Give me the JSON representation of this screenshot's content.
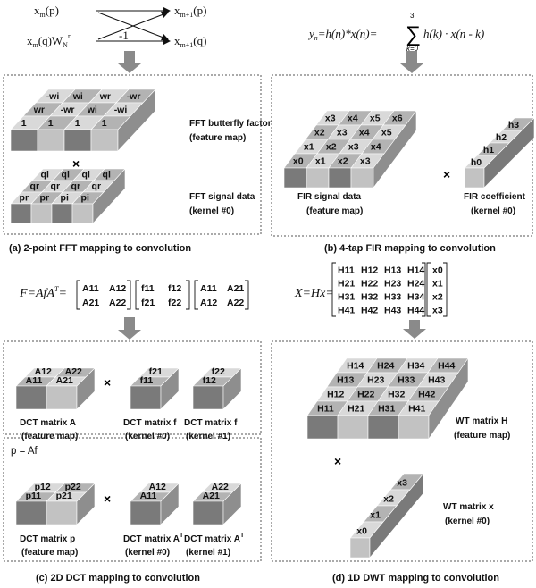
{
  "panels": {
    "a": {
      "eq": {
        "xp": "x",
        "xp_sub": "m",
        "xp_arg": "(p)",
        "xq": "x",
        "xq_sub": "m",
        "xq_arg": "(q)W",
        "xq_w_sub": "N",
        "xq_w_sup": "r",
        "yp": "x",
        "yp_sub": "m+1",
        "yp_arg": "(p)",
        "yq": "x",
        "yq_sub": "m+1",
        "yq_arg": "(q)",
        "neg": "-1"
      },
      "fmap_rows": [
        [
          "-wi",
          "wi",
          "wr",
          "-wr"
        ],
        [
          "wr",
          "-wr",
          "wi",
          "-wi"
        ],
        [
          "1",
          "1",
          "1",
          "1"
        ]
      ],
      "fmap_label": [
        "FFT butterfly factor",
        "(feature map)"
      ],
      "times": "×",
      "kern_rows": [
        [
          "qi",
          "qi",
          "qi",
          "qi"
        ],
        [
          "qr",
          "qr",
          "qr",
          "qr"
        ],
        [
          "pr",
          "pr",
          "pi",
          "pi"
        ]
      ],
      "kern_label": [
        "FFT signal data",
        "(kernel #0)"
      ],
      "caption": "(a) 2-point FFT mapping to convolution"
    },
    "b": {
      "eq_lhs": "y",
      "eq_lhs_sub": "n",
      "eq_mid": "=h(n)*x(n)=",
      "sum_top": "3",
      "sum_bot": "k=0",
      "eq_rhs": "h(k) · x(n - k)",
      "grid_rows": [
        [
          "x3",
          "x4",
          "x5",
          "x6"
        ],
        [
          "x2",
          "x3",
          "x4",
          "x5"
        ],
        [
          "x1",
          "x2",
          "x3",
          "x4"
        ],
        [
          "x0",
          "x1",
          "x2",
          "x3"
        ]
      ],
      "grid_label": [
        "FIR signal data",
        "(feature map)"
      ],
      "times": "×",
      "coef": [
        "h0",
        "h1",
        "h2",
        "h3"
      ],
      "coef_label": [
        "FIR coefficient",
        "(kernel #0)"
      ],
      "caption": "(b) 4-tap FIR mapping to convolution"
    },
    "c": {
      "eq": {
        "lhs": "F=AfA",
        "sup": "T",
        "eqsign": "=",
        "m1": [
          [
            "A11",
            "A12"
          ],
          [
            "A21",
            "A22"
          ]
        ],
        "m2": [
          [
            "f11",
            "f12"
          ],
          [
            "f21",
            "f22"
          ]
        ],
        "m3": [
          [
            "A11",
            "A21"
          ],
          [
            "A12",
            "A22"
          ]
        ]
      },
      "top_blocks": [
        {
          "cells": [
            "A12",
            "A22",
            "A11",
            "A21"
          ],
          "label": [
            "DCT matrix A",
            "(feature map)"
          ]
        },
        {
          "cells": [
            "f21",
            "f11"
          ],
          "label": [
            "DCT matrix f",
            "(kernel #0)"
          ]
        },
        {
          "cells": [
            "f22",
            "f12"
          ],
          "label": [
            "DCT matrix f",
            "(kernel #1)"
          ]
        }
      ],
      "times": "×",
      "sub_eq": "p = Af",
      "bottom_blocks": [
        {
          "cells": [
            "p12",
            "p22",
            "p11",
            "p21"
          ],
          "label": [
            "DCT matrix p",
            "(feature map)"
          ]
        },
        {
          "cells": [
            "A12",
            "A11"
          ],
          "label": [
            "DCT matrix A",
            "(kernel #0)"
          ],
          "sup": "T"
        },
        {
          "cells": [
            "A22",
            "A21"
          ],
          "label": [
            "DCT matrix A",
            "(kernel #1)"
          ],
          "sup": "T"
        }
      ],
      "caption": "(c) 2D DCT mapping to convolution"
    },
    "d": {
      "eq_lhs": "X=Hx=",
      "H": [
        [
          "H11",
          "H12",
          "H13",
          "H14"
        ],
        [
          "H21",
          "H22",
          "H23",
          "H24"
        ],
        [
          "H31",
          "H32",
          "H33",
          "H34"
        ],
        [
          "H41",
          "H42",
          "H43",
          "H44"
        ]
      ],
      "x": [
        "x0",
        "x1",
        "x2",
        "x3"
      ],
      "grid_rows": [
        [
          "H14",
          "H24",
          "H34",
          "H44"
        ],
        [
          "H13",
          "H23",
          "H33",
          "H43"
        ],
        [
          "H12",
          "H22",
          "H32",
          "H42"
        ],
        [
          "H11",
          "H21",
          "H31",
          "H41"
        ]
      ],
      "grid_label": [
        "WT matrix H",
        "(feature map)"
      ],
      "times": "×",
      "vec": [
        "x0",
        "x1",
        "x2",
        "x3"
      ],
      "vec_label": [
        "WT matrix x",
        "(kernel #0)"
      ],
      "caption": "(d) 1D DWT mapping to convolution"
    }
  },
  "colors": {
    "dark": "#7a7a7a",
    "light": "#c2c2c2",
    "top_a": "#d9d9d9",
    "top_b": "#b3b3b3",
    "side": "#8e8e8e",
    "arrow": "#8a8a8a",
    "border": "#555555"
  }
}
